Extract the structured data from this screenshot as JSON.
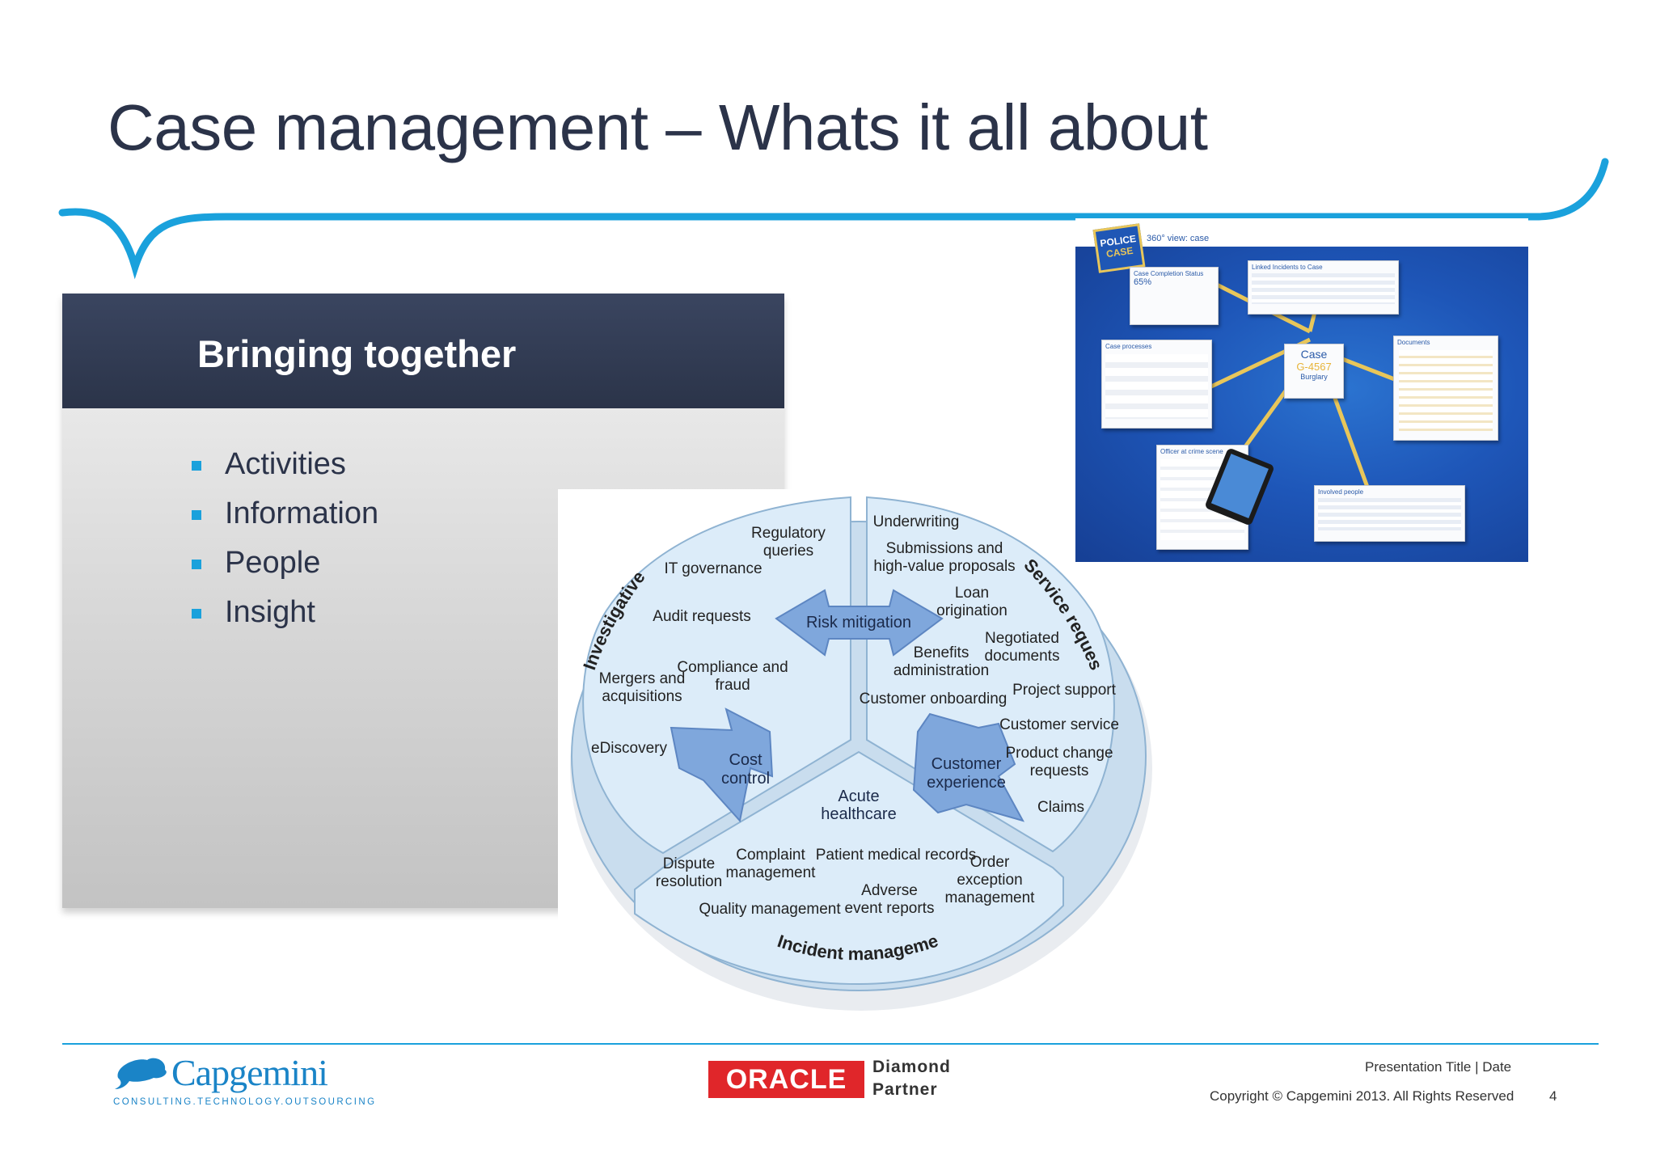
{
  "title": "Case management – Whats it all about",
  "panel": {
    "heading": "Bringing together",
    "bullets": [
      "Activities",
      "Information",
      "People",
      "Insight"
    ]
  },
  "wheel": {
    "sector_titles": {
      "left": "Investigative",
      "right": "Service requests",
      "bottom": "Incident management"
    },
    "hubs": {
      "top": "Risk mitigation",
      "left": [
        "Cost",
        "control"
      ],
      "right": [
        "Customer",
        "experience"
      ],
      "center": [
        "Acute",
        "healthcare"
      ]
    },
    "investigative_items": {
      "regulatory": [
        "Regulatory",
        "queries"
      ],
      "it_governance": "IT governance",
      "audit": "Audit requests",
      "mergers": [
        "Mergers and",
        "acquisitions"
      ],
      "compliance": [
        "Compliance and",
        "fraud"
      ],
      "ediscovery": "eDiscovery"
    },
    "service_items": {
      "underwriting": "Underwriting",
      "submissions": [
        "Submissions and",
        "high-value proposals"
      ],
      "loan": [
        "Loan",
        "origination"
      ],
      "benefits": [
        "Benefits",
        "administration"
      ],
      "negotiated": [
        "Negotiated",
        "documents"
      ],
      "onboarding": "Customer onboarding",
      "project": "Project support",
      "customer_service": "Customer service",
      "product_change": [
        "Product change",
        "requests"
      ],
      "claims": "Claims"
    },
    "incident_items": {
      "dispute": [
        "Dispute",
        "resolution"
      ],
      "complaint": [
        "Complaint",
        "management"
      ],
      "patient": "Patient medical records",
      "order": [
        "Order",
        "exception",
        "management"
      ],
      "quality": "Quality management",
      "adverse": [
        "Adverse",
        "event reports"
      ]
    }
  },
  "screenshot": {
    "logo_text": [
      "POLICE",
      "CASE"
    ],
    "view_title": "360° view: case",
    "case_label": "Case",
    "case_id": "G-4567",
    "case_type": "Burglary",
    "completion_title": "Case Completion Status",
    "completion_value": "65%",
    "linked_title": "Linked Incidents to Case",
    "processes_title": "Case processes",
    "documents_title": "Documents",
    "officer_title": "Officer at crime scene",
    "people_title": "Involved people"
  },
  "footer": {
    "company": "Capgemini",
    "tagline": "CONSULTING.TECHNOLOGY.OUTSOURCING",
    "oracle_logo": "ORACLE",
    "partner_line1": "Diamond",
    "partner_line2": "Partner",
    "presentation_title": "Presentation Title | Date",
    "copyright": "Copyright © Capgemini 2013. All Rights Reserved",
    "page_number": "4"
  },
  "colors": {
    "accent": "#1aa1dc",
    "title": "#2b3349",
    "panel_header": "#2b3449",
    "oracle_red": "#e0262a",
    "wheel_fill": "#d6e9f7",
    "hub_fill": "#7fa7dc"
  }
}
